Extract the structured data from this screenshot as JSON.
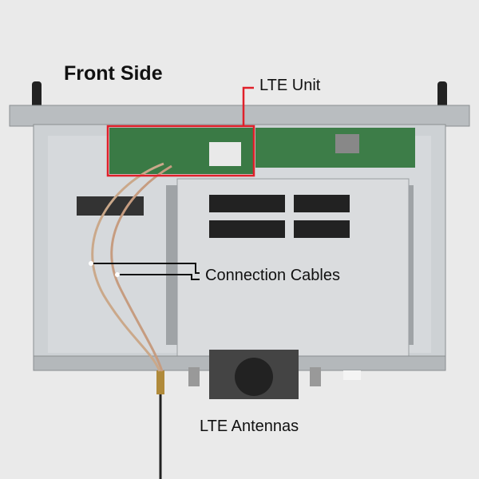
{
  "labels": {
    "title": "Front Side",
    "lte_unit": "LTE Unit",
    "connection_cables": "Connection Cables",
    "lte_antennas": "LTE Antennas"
  },
  "colors": {
    "highlight": "#e0202a",
    "background": "#eaeaea",
    "chassis": "#c9cdd0",
    "pcb": "#3a7a45"
  }
}
